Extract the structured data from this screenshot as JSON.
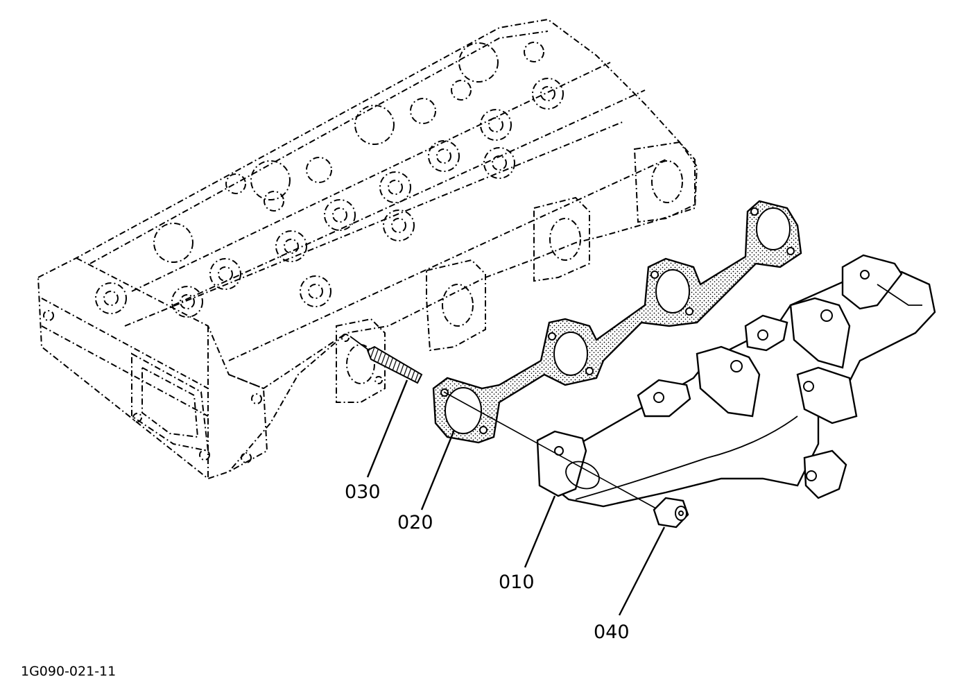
{
  "diagram": {
    "drawing_code": "1G090-021-11",
    "callouts": [
      {
        "id": "010",
        "label": "010"
      },
      {
        "id": "020",
        "label": "020"
      },
      {
        "id": "030",
        "label": "030"
      },
      {
        "id": "040",
        "label": "040"
      }
    ]
  }
}
